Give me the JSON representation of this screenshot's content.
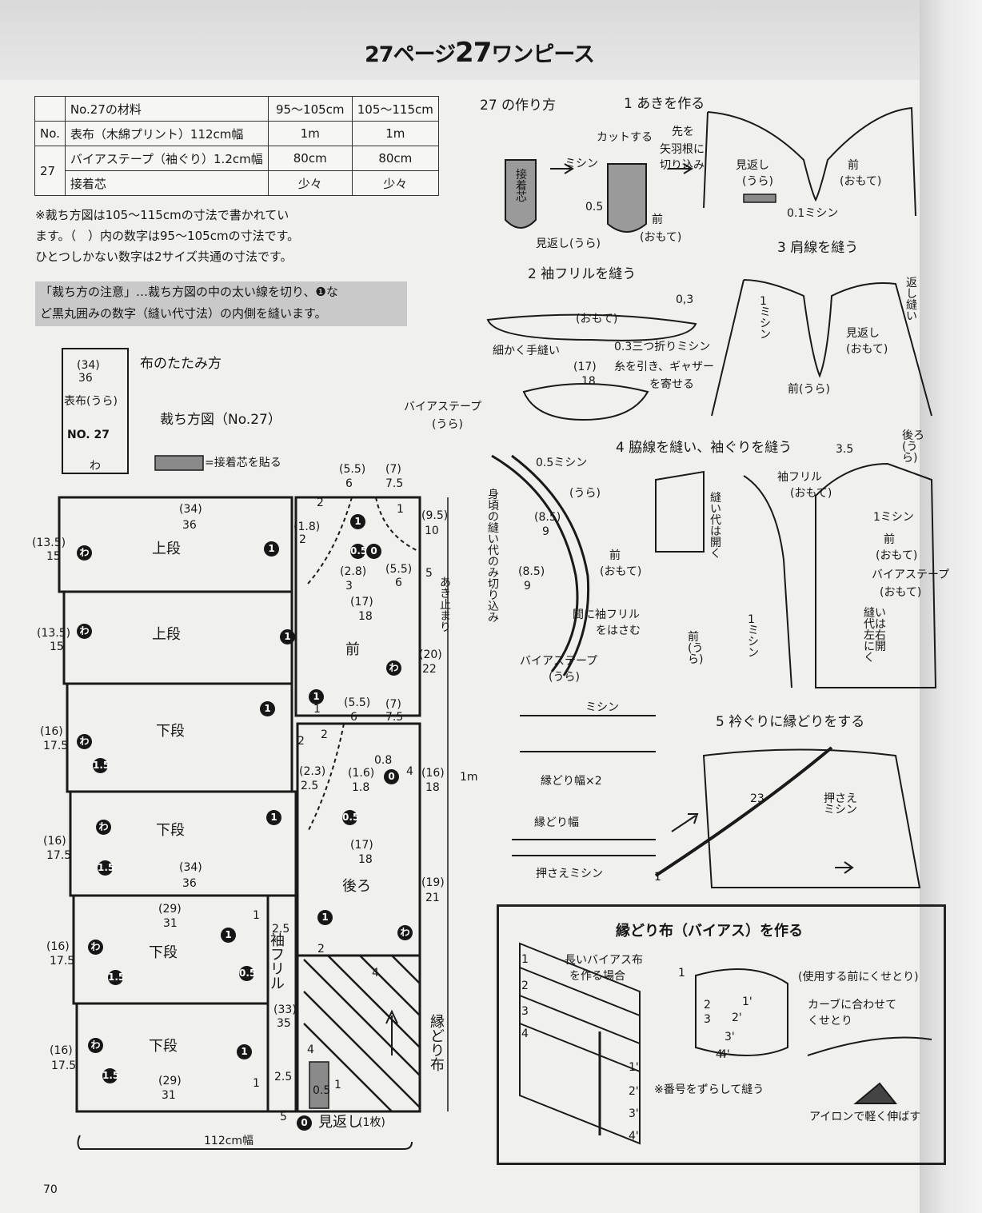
{
  "header": {
    "title_prefix": "27ページ",
    "title_num": "27",
    "title_suffix": "ワンピース"
  },
  "materials": {
    "head_label": "No.27の材料",
    "col1": "95〜105cm",
    "col2": "105〜115cm",
    "no_label": "No.",
    "no_value": "27",
    "rows": [
      {
        "name": "表布（木綿プリント）112cm幅",
        "v1": "1m",
        "v2": "1m"
      },
      {
        "name": "バイアステープ（袖ぐり）1.2cm幅",
        "v1": "80cm",
        "v2": "80cm"
      },
      {
        "name": "接着芯",
        "v1": "少々",
        "v2": "少々"
      }
    ]
  },
  "notes": {
    "line1": "※裁ち方図は105〜115cmの寸法で書かれてい",
    "line2": "ます。（　）内の数字は95〜105cmの寸法です。",
    "line3": "ひとつしかない数字は2サイズ共通の寸法です。",
    "cut_line1": "「裁ち方の注意」…裁ち方図の中の太い線を切り、❶な",
    "cut_line2": "ど黒丸囲みの数字（縫い代寸法）の内側を縫います。"
  },
  "fold": {
    "title": "布のたたみ方",
    "w1": "(34)",
    "w2": "36",
    "fabric": "表布(うら)",
    "no": "NO. 27",
    "wa": "わ"
  },
  "layout": {
    "title": "裁ち方図（No.27）",
    "legend": "=接着芯を貼る",
    "pieces": [
      "上段",
      "上段",
      "下段",
      "下段",
      "下段",
      "下段",
      "前",
      "後ろ",
      "袖フリル",
      "縁どり布",
      "見返し"
    ],
    "mikaeshi": "見返し",
    "mikaeshi_count": "(1枚)",
    "fabric_width": "112cm幅",
    "length": "1m",
    "akidomari": "あき止まり",
    "dims": {
      "d34": "(34)",
      "d36": "36",
      "d135": "(13.5)",
      "d15": "15",
      "d16": "(16)",
      "d175": "17.5",
      "d29": "(29)",
      "d31": "31",
      "d55": "(5.5)",
      "d6": "6",
      "d7": "(7)",
      "d75": "7.5",
      "d95": "(9.5)",
      "d10": "10",
      "d18p": "(1.8)",
      "d2": "2",
      "d28": "(2.8)",
      "d3": "3",
      "d17": "(17)",
      "d18": "18",
      "d20": "(20)",
      "d22": "22",
      "d23": "(2.3)",
      "d25": "2.5",
      "d16b": "(1.6)",
      "d18b": "1.8",
      "d08": "0.8",
      "d4": "4",
      "d19": "(19)",
      "d21": "21",
      "d33": "(33)",
      "d35": "35",
      "d5": "5",
      "d1": "1",
      "d05": "0.5"
    },
    "seam": {
      "s1": "1",
      "s15": "1.5",
      "s05": "0.5",
      "s0": "0"
    }
  },
  "steps": {
    "intro": "27 の作り方",
    "s1": "1 あきを作る",
    "s2": "2 袖フリルを縫う",
    "s3": "3 肩線を縫う",
    "s4": "4 脇線を縫い、袖ぐりを縫う",
    "s5": "5 衿ぐりに縁どりをする"
  },
  "labels": {
    "setchakushin": "接着芯",
    "cut": "カットする",
    "yabane1": "先を",
    "yabane2": "矢羽根に",
    "yabane3": "切り込み",
    "mishin": "ミシン",
    "m05": "0.5",
    "mae": "前",
    "omote": "(おもて)",
    "mikaeshi_ura": "見返し(うら)",
    "mikaeshi": "見返し",
    "ura": "(うら)",
    "m01": "0.1ミシン",
    "frill_omote": "(おもて)",
    "m03": "0,3",
    "temui": "細かく手縫い",
    "mitsuori": "0.3三つ折りミシン",
    "n17": "(17)",
    "n18": "18",
    "gather1": "糸を引き、ギャザー",
    "gather2": "を寄せる",
    "bias_ura": "バイアステープ",
    "m1": "1ミシン",
    "kaeshi": "返し縫い",
    "mae_ura": "前(うら)",
    "mikaeshi_omote": "見返し(おもて)",
    "m05mishin": "0.5ミシン",
    "migoro": "身頃の縫い代のみ切り込み",
    "n85": "(8.5)",
    "n9": "9",
    "aida1": "間に袖フリル",
    "aida2": "をはさむ",
    "biastape": "バイアステープ",
    "sode_frill": "袖フリル",
    "nuishiro_hiraku": "縫い代は開く",
    "n35": "3.5",
    "ushiro_ura": "後ろ(うら)",
    "nuishiro_sayu": "縫い代は左右に開く",
    "fuchi_haba2": "縁どり幅×2",
    "fuchi_haba": "縁どり幅",
    "osae": "押さえミシン",
    "n23": "23",
    "n1": "1"
  },
  "bias_box": {
    "title": "縁どり布（バイアス）を作る",
    "long1": "長いバイアス布",
    "long2": "を作る場合",
    "shift": "※番号をずらして縫う",
    "before": "(使用する前にくせとり)",
    "curve1": "カーブに合わせて",
    "curve2": "くせとり",
    "iron": "アイロンで軽く伸ばす",
    "nums": [
      "1",
      "2",
      "3",
      "4"
    ],
    "nums_p": [
      "1'",
      "2'",
      "3'",
      "4'"
    ]
  },
  "footer": {
    "page": "70"
  }
}
